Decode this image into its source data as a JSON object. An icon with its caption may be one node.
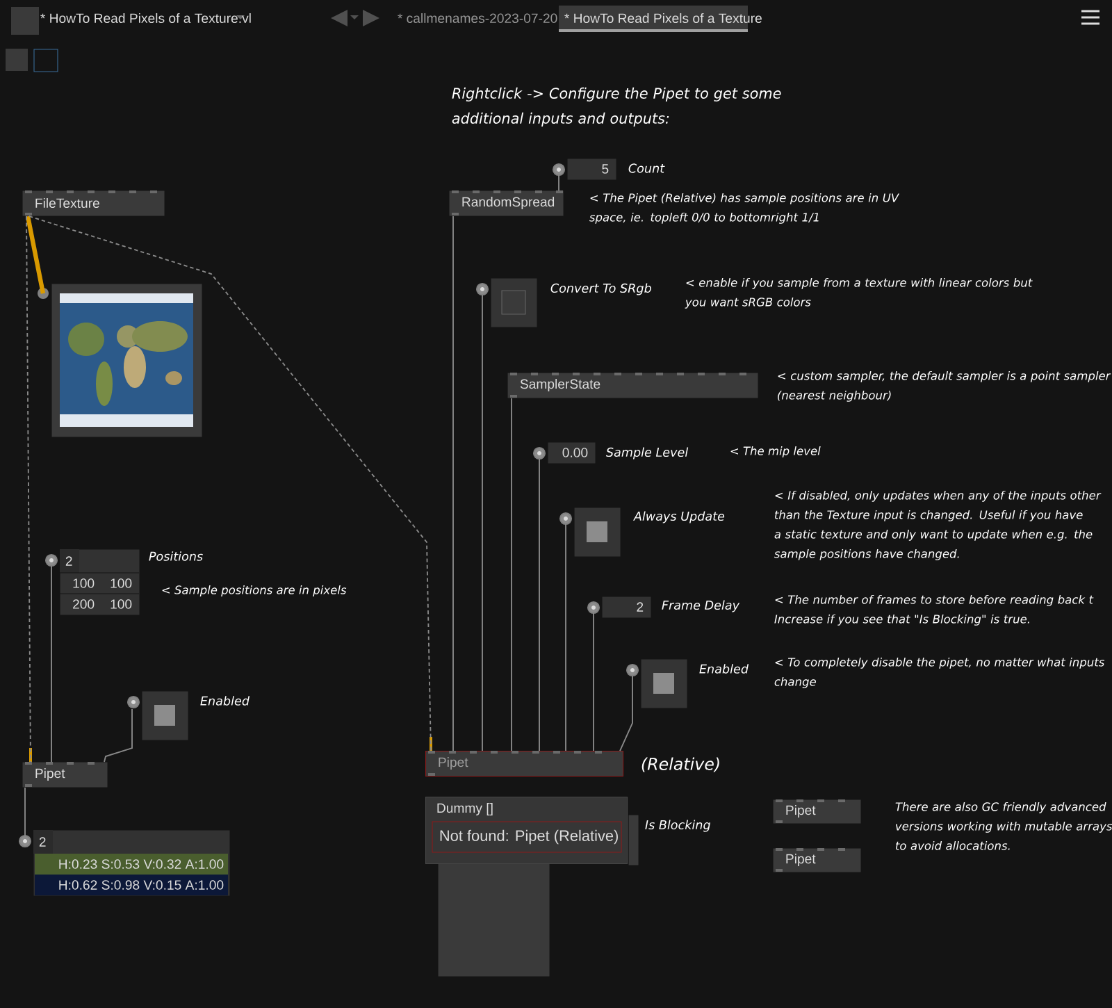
{
  "diagram": {
    "nodes": [
      {
        "text": [
          "FileTexture"
        ]
      },
      {
        "text": [],
        "shape": "picture"
      },
      {
        "text": [
          "2",
          "100",
          "100",
          "200",
          "100"
        ],
        "beside": [
          "Positions"
        ]
      },
      {
        "text": [],
        "shape": "box",
        "beside": [
          "Enabled"
        ]
      },
      {
        "text": [
          "Pipet"
        ]
      },
      {
        "text": [
          "2",
          "H:0.23 S:0.53 V:0.32 A:1.00",
          "H:0.62 S:0.98 V:0.15 A:1.00"
        ]
      },
      {
        "text": [
          "5"
        ],
        "beside": [
          "Count"
        ]
      },
      {
        "text": [
          "RandomSpread"
        ]
      },
      {
        "text": [],
        "shape": "box",
        "beside": [
          "Convert To SRgb"
        ]
      },
      {
        "text": [
          "SamplerState"
        ]
      },
      {
        "text": [
          "0.00"
        ],
        "beside": [
          "Sample Level"
        ]
      },
      {
        "text": [],
        "shape": "box",
        "beside": [
          "Always Update"
        ]
      },
      {
        "text": [
          "2"
        ],
        "beside": [
          "Frame Delay"
        ]
      },
      {
        "text": [],
        "shape": "box",
        "beside": [
          "Enabled"
        ]
      },
      {
        "text": [
          "Pipet"
        ],
        "beside": [
          "(Relative)"
        ]
      },
      {
        "text": [
          "Dummy []",
          "Not found: Pipet (Relative)"
        ]
      },
      {
        "text": [],
        "shape": "box",
        "beside": [
          "Is Blocking"
        ]
      },
      {
        "text": [],
        "shape": "box"
      },
      {
        "text": [
          "Pipet"
        ]
      },
      {
        "text": [
          "Pipet"
        ]
      }
    ],
    "edges": [
      {
        "from": 0,
        "to": 1,
        "arrow": "none",
        "style": "thick",
        "color": "#d99a00"
      },
      {
        "from": 0,
        "to": 4,
        "arrow": "none",
        "style": "dashed"
      },
      {
        "from": 0,
        "to": 14,
        "arrow": "none",
        "style": "dashed"
      },
      {
        "from": 2,
        "to": 4,
        "arrow": "none"
      },
      {
        "from": 3,
        "to": 4,
        "arrow": "none"
      },
      {
        "from": 4,
        "to": 5,
        "arrow": "none"
      },
      {
        "from": 6,
        "to": 7,
        "arrow": "none"
      },
      {
        "from": 7,
        "to": 14,
        "arrow": "none"
      },
      {
        "from": 8,
        "to": 14,
        "arrow": "none"
      },
      {
        "from": 9,
        "to": 14,
        "arrow": "none"
      },
      {
        "from": 10,
        "to": 14,
        "arrow": "none"
      },
      {
        "from": 11,
        "to": 14,
        "arrow": "none"
      },
      {
        "from": 12,
        "to": 14,
        "arrow": "none"
      },
      {
        "from": 13,
        "to": 14,
        "arrow": "none"
      }
    ],
    "labels": [
      "* HowTo Read Pixels of a Texture.vl",
      "* callmenames-2023-07-20",
      "* HowTo Read Pixels of a Texture",
      "Rightclick -> Configure the Pipet to get some additional inputs and outputs:",
      "< Sample positions are in pixels",
      "< The Pipet (Relative) has sample positions are in UV space, ie. topleft 0/0 to bottomright 1/1",
      "< enable if you sample from a texture with linear colors but you want sRGB colors",
      "< custom sampler, the default sampler is a point sampler (nearest neighbour)",
      "< The mip level",
      "< If disabled, only updates when any of the inputs other than the Texture input is changed. Useful if you have a static texture and only want to update when e.g. the sample positions have changed.",
      "< The number of frames to store before reading back t Increase if you see that \"Is Blocking\" is true.",
      "< To completely disable the pipet, no matter what inputs change",
      "There are also GC friendly advanced versions working with mutable arrays to avoid allocations."
    ]
  }
}
